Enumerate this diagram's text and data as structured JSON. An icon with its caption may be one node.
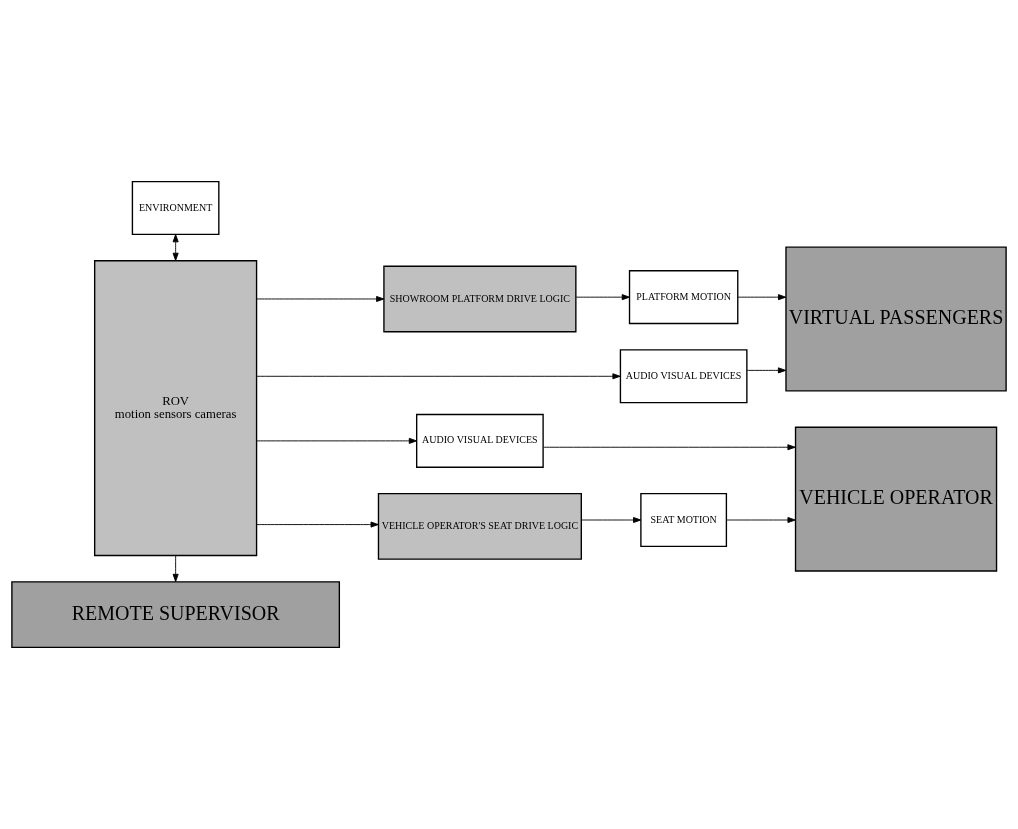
{
  "diagram": {
    "nodes": [
      {
        "text": [
          "ENVIRONMENT"
        ]
      },
      {
        "text": [
          "ROV",
          "motion sensors cameras"
        ]
      },
      {
        "text": [
          "SHOWROOM PLATFORM DRIVE LOGIC"
        ]
      },
      {
        "text": [
          "PLATFORM MOTION"
        ]
      },
      {
        "text": [
          "VIRTUAL PASSENGERS"
        ]
      },
      {
        "text": [
          "AUDIO VISUAL DEVICES"
        ]
      },
      {
        "text": [
          "AUDIO VISUAL DEVICES"
        ]
      },
      {
        "text": [
          "VEHICLE OPERATOR"
        ]
      },
      {
        "text": [
          "VEHICLE OPERATOR'S SEAT DRIVE LOGIC"
        ]
      },
      {
        "text": [
          "SEAT MOTION"
        ]
      },
      {
        "text": [
          "REMOTE SUPERVISOR"
        ]
      }
    ],
    "edges": [
      {
        "from": 0,
        "to": 1,
        "arrow": "both"
      },
      {
        "from": 1,
        "to": 2,
        "arrow": "to"
      },
      {
        "from": 2,
        "to": 3,
        "arrow": "to"
      },
      {
        "from": 3,
        "to": 4,
        "arrow": "to"
      },
      {
        "from": 1,
        "to": 5,
        "arrow": "to"
      },
      {
        "from": 5,
        "to": 4,
        "arrow": "to"
      },
      {
        "from": 1,
        "to": 6,
        "arrow": "to"
      },
      {
        "from": 6,
        "to": 7,
        "arrow": "to"
      },
      {
        "from": 1,
        "to": 8,
        "arrow": "to"
      },
      {
        "from": 8,
        "to": 9,
        "arrow": "to"
      },
      {
        "from": 9,
        "to": 7,
        "arrow": "to"
      },
      {
        "from": 1,
        "to": 10,
        "arrow": "to"
      }
    ]
  }
}
